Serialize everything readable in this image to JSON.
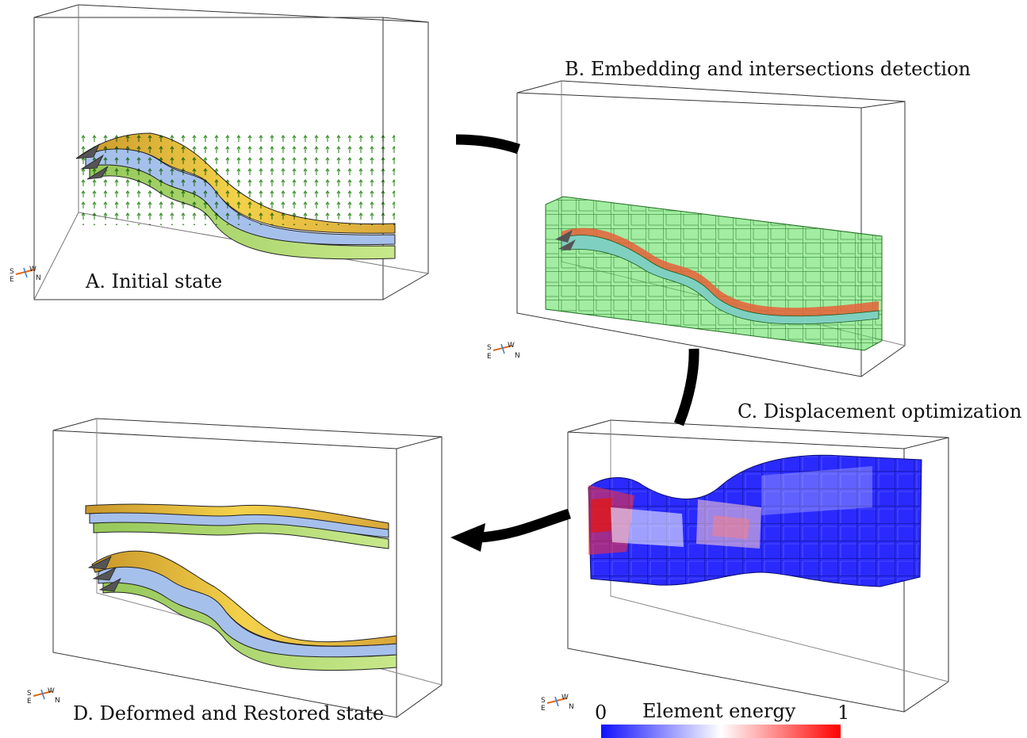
{
  "panels": {
    "a": {
      "label": "A. Initial state"
    },
    "b": {
      "label": "B. Embedding and intersections detection"
    },
    "c": {
      "label": "C. Displacement optimization"
    },
    "d": {
      "label": "D. Deformed and Restored state"
    }
  },
  "compass": {
    "s": "S",
    "e": "E",
    "w": "W",
    "n": "N"
  },
  "colorbar": {
    "title": "Element energy",
    "min_label": "0",
    "max_label": "1",
    "colors": [
      "#1010ff",
      "#ffffff",
      "#ff0000"
    ]
  },
  "horizon_colors": {
    "top": "#e8b83a",
    "middle": "#9fb8e8",
    "bottom": "#b2dc6a",
    "fault": "#5a5a5a"
  },
  "grid_color": "#2fcf2f",
  "intersection_color": "#e8603a",
  "arrow_color": "#000000"
}
